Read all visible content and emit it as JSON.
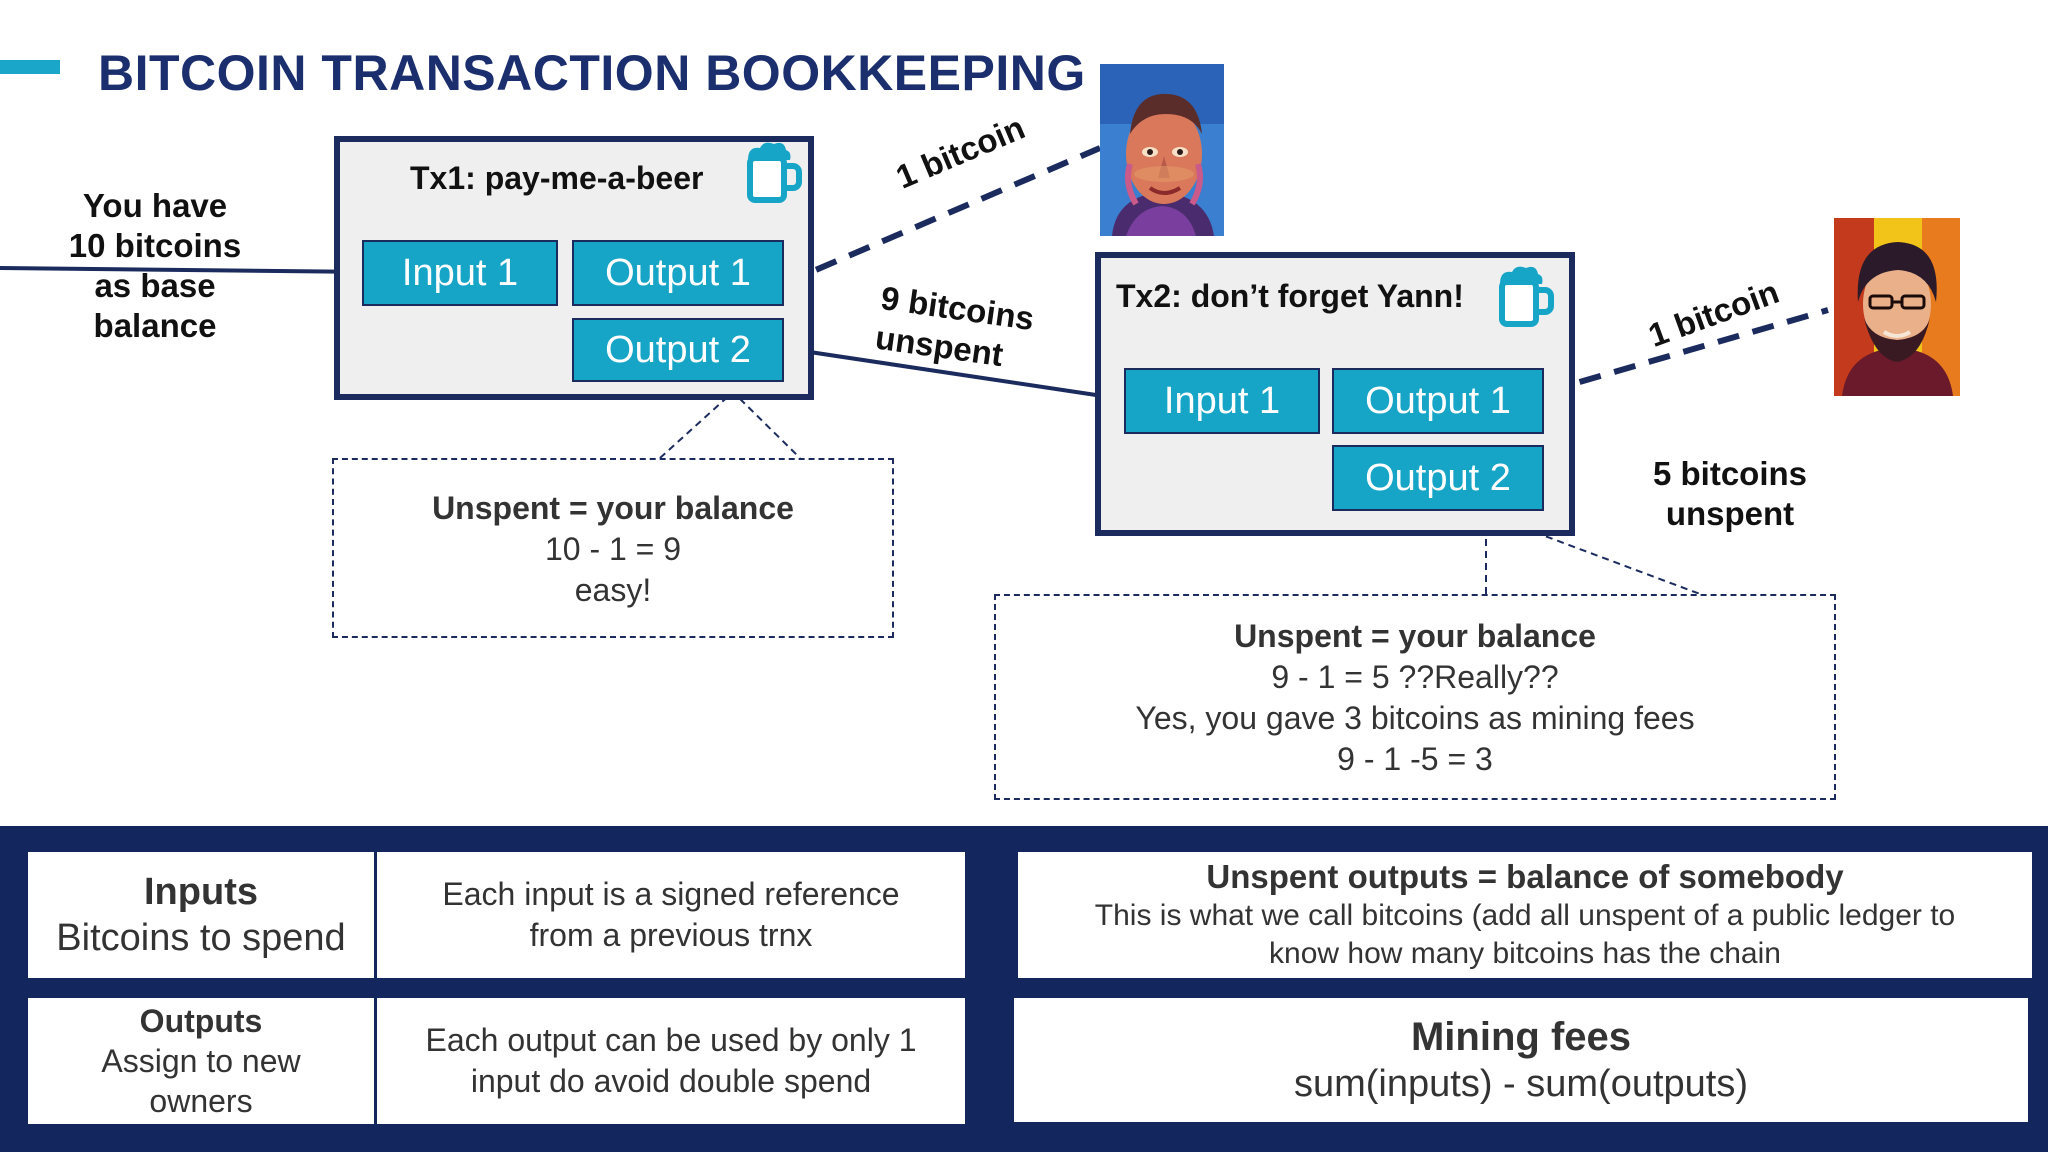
{
  "slide": {
    "title": "BITCOIN TRANSACTION BOOKKEEPING",
    "accent_color": "#1aa6c9",
    "navy_color": "#1b2b5e"
  },
  "base_balance": {
    "lines": [
      "You have",
      "10 bitcoins",
      "as base",
      "balance"
    ]
  },
  "tx1": {
    "title": "Tx1: pay-me-a-beer",
    "icon": "beer-mug-icon",
    "input1": "Input 1",
    "output1": "Output 1",
    "output2": "Output 2"
  },
  "tx2": {
    "title": "Tx2: don’t forget Yann!",
    "icon": "beer-mug-icon",
    "input1": "Input 1",
    "output1": "Output 1",
    "output2": "Output 2"
  },
  "flows": {
    "tx1_out1": "1 bitcoin",
    "tx1_out2_line1": "9 bitcoins",
    "tx1_out2_line2": "unspent",
    "tx2_out1": "1 bitcoin",
    "tx2_out2_line1": "5 bitcoins",
    "tx2_out2_line2": "unspent"
  },
  "callout1": {
    "heading": "Unspent = your balance",
    "line1": "10 - 1 = 9",
    "line2": "easy!"
  },
  "callout2": {
    "heading": "Unspent = your balance",
    "line1": "9 - 1 = 5 ??Really??",
    "line2": "Yes, you gave 3 bitcoins as mining fees",
    "line3": "9 - 1 -5 = 3"
  },
  "summary": {
    "inputs_title": "Inputs",
    "inputs_sub": "Bitcoins to spend",
    "inputs_desc1": "Each input is a signed reference",
    "inputs_desc2": "from a previous trnx",
    "outputs_title": "Outputs",
    "outputs_sub1": "Assign to new",
    "outputs_sub2": "owners",
    "outputs_desc1": "Each output can be used by only 1",
    "outputs_desc2": "input do avoid double spend",
    "unspent_title": "Unspent outputs = balance of somebody",
    "unspent_desc1": "This is what we call bitcoins (add all unspent of a public ledger to",
    "unspent_desc2": "know how many bitcoins has the chain",
    "fees_title": "Mining fees",
    "fees_formula": "sum(inputs) - sum(outputs)"
  }
}
